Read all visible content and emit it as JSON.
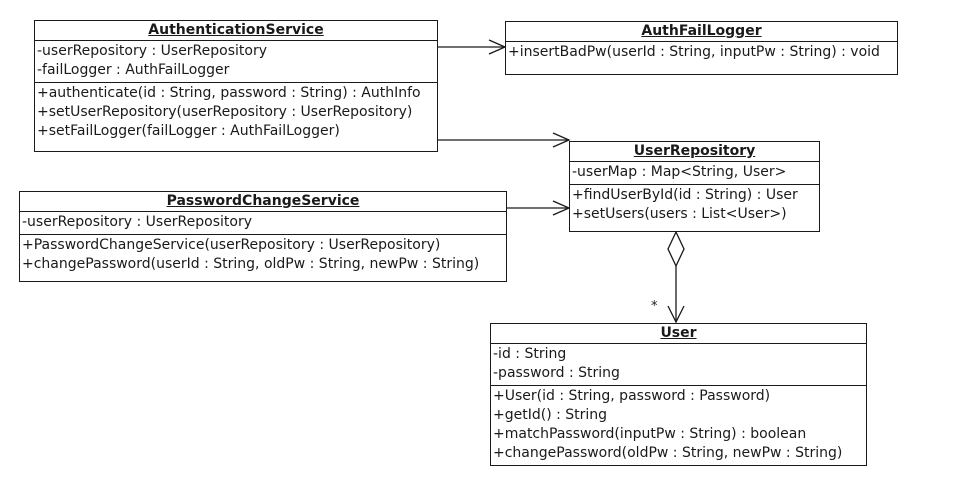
{
  "classes": {
    "authentication_service": {
      "name": "AuthenticationService",
      "attributes": [
        "-userRepository : UserRepository",
        "-failLogger : AuthFailLogger"
      ],
      "operations": [
        "+authenticate(id : String, password : String) : AuthInfo",
        "+setUserRepository(userRepository : UserRepository)",
        "+setFailLogger(failLogger : AuthFailLogger)"
      ]
    },
    "auth_fail_logger": {
      "name": "AuthFailLogger",
      "operations": [
        "+insertBadPw(userId : String, inputPw : String) : void"
      ]
    },
    "user_repository": {
      "name": "UserRepository",
      "attributes": [
        "-userMap : Map<String, User>"
      ],
      "operations": [
        "+findUserById(id : String) : User",
        "+setUsers(users : List<User>)"
      ]
    },
    "password_change_service": {
      "name": "PasswordChangeService",
      "attributes": [
        "-userRepository : UserRepository"
      ],
      "operations": [
        "+PasswordChangeService(userRepository : UserRepository)",
        "+changePassword(userId : String, oldPw : String, newPw : String)"
      ]
    },
    "user": {
      "name": "User",
      "attributes": [
        "-id : String",
        "-password : String"
      ],
      "operations": [
        "+User(id : String, password : Password)",
        "+getId() : String",
        "+matchPassword(inputPw : String) : boolean",
        "+changePassword(oldPw : String, newPw : String)"
      ]
    }
  },
  "relations": {
    "aggregation_multiplicity": "*"
  },
  "colors": {
    "line": "#1a1a1a",
    "background": "#ffffff"
  }
}
